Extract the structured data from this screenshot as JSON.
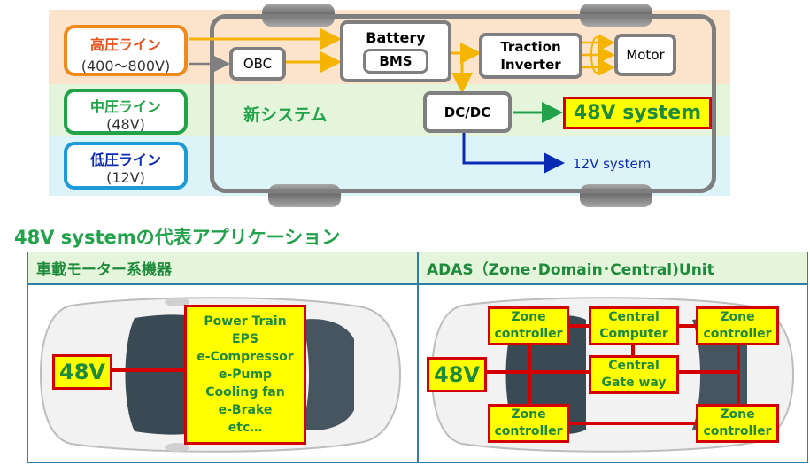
{
  "lines": {
    "high": {
      "title": "高圧ライン",
      "value": "(400〜800V)"
    },
    "mid": {
      "title": "中圧ライン",
      "value": "(48V)"
    },
    "low": {
      "title": "低圧ライン",
      "value": "(12V)"
    }
  },
  "components": {
    "obc": "OBC",
    "battery": "Battery",
    "bms": "BMS",
    "traction_line1": "Traction",
    "traction_line2": "Inverter",
    "motor": "Motor",
    "dcdc": "DC/DC",
    "new_system": "新システム",
    "sys48": "48V system",
    "sys12": "12V system"
  },
  "section_heading": "48V systemの代表アプリケーション",
  "table": {
    "col1_header": "車載モーター系機器",
    "col2_header": "ADAS（Zone･Domain･Central)Unit",
    "left_voltage": "48V",
    "apps": [
      "Power Train",
      "EPS",
      "e-Compressor",
      "e-Pump",
      "Cooling fan",
      "e-Brake",
      "etc…"
    ],
    "right_voltage": "48V",
    "zone_tl": [
      "Zone",
      "controller"
    ],
    "zone_tr": [
      "Zone",
      "controller"
    ],
    "zone_bl": [
      "Zone",
      "controller"
    ],
    "zone_br": [
      "Zone",
      "controller"
    ],
    "central_computer": [
      "Central",
      "Computer"
    ],
    "central_gateway": [
      "Central",
      "Gate way"
    ]
  },
  "colors": {
    "orange": "#ef8a1e",
    "green": "#22a24a",
    "blue": "#1e9bd7",
    "red": "#d40000",
    "yellow": "#ffff00",
    "arrow_yellow": "#f4b400",
    "dark_blue": "#0b2bb5"
  }
}
